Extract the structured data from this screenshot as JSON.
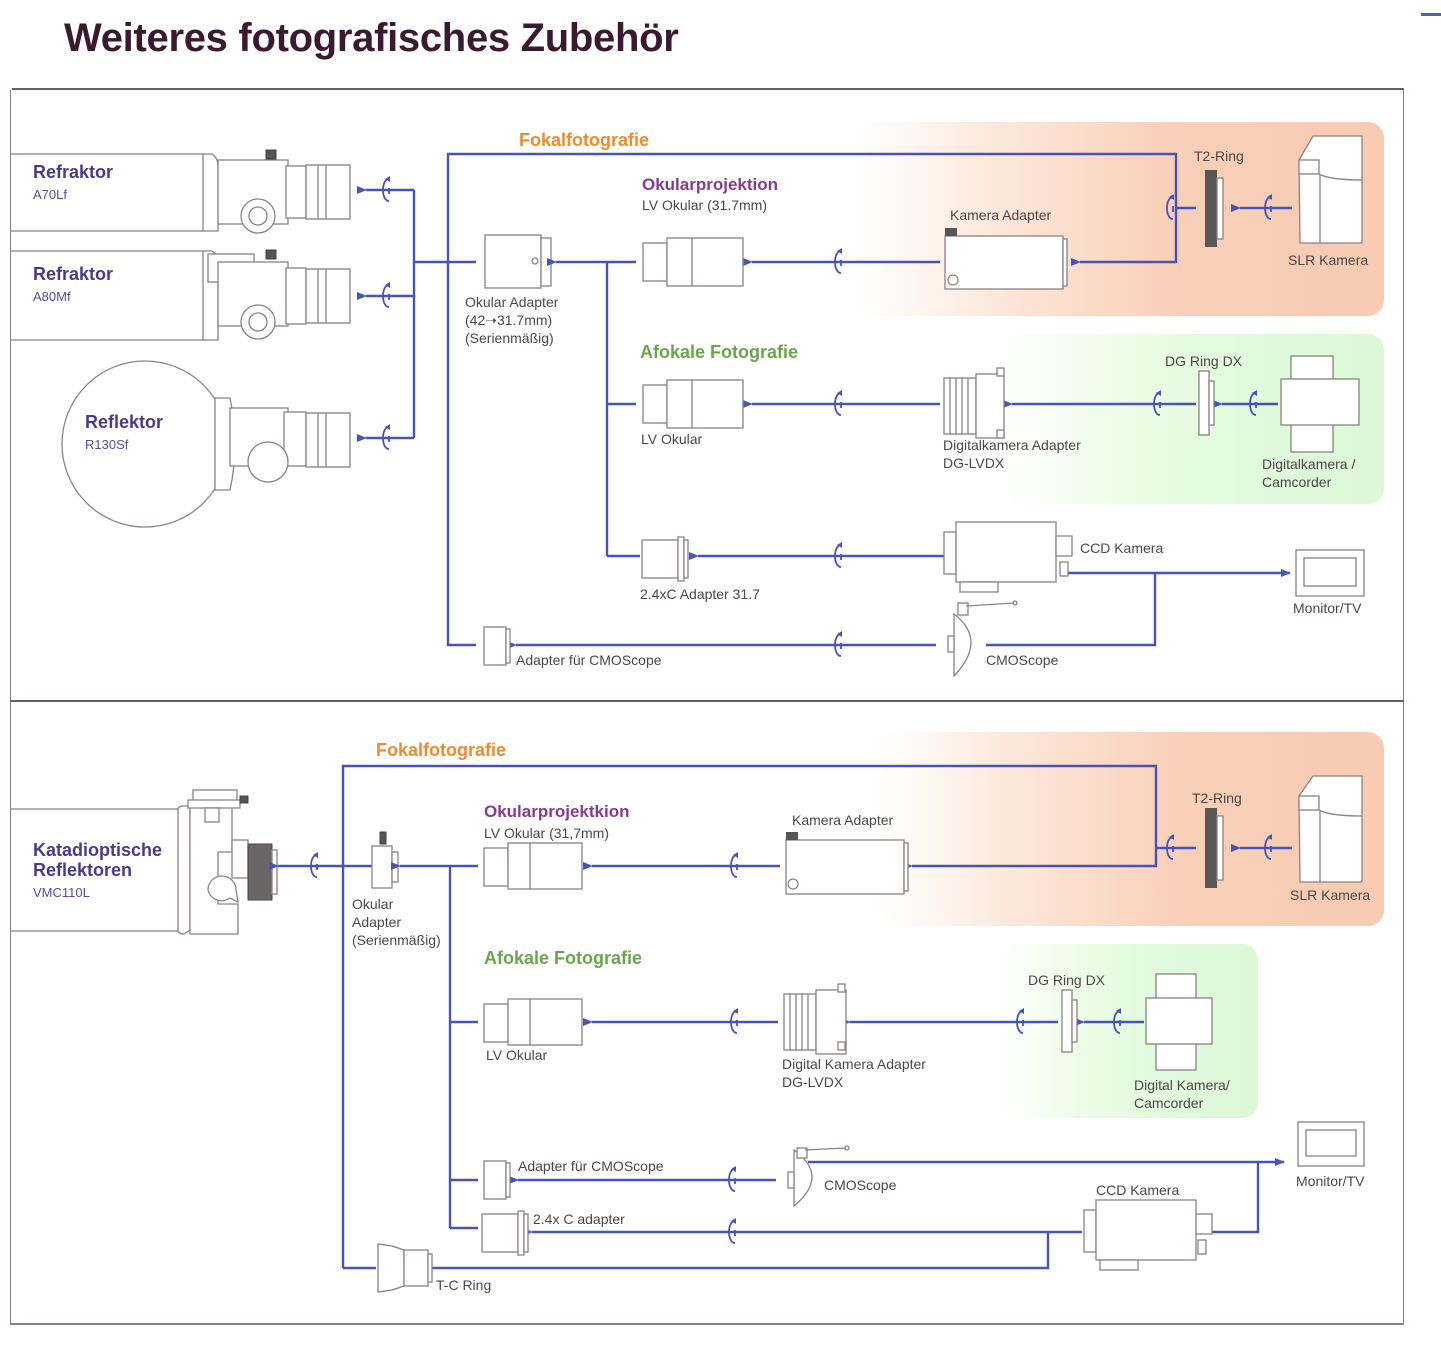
{
  "page": {
    "title": "Weiteres fotografisches Zubehör"
  },
  "colors": {
    "connector_line": "#4654b8",
    "fokal_heading": "#f08a2c",
    "okular_heading": "#8a3a8e",
    "afokal_heading": "#6aa64a",
    "scope_label": "#4a3a8e",
    "peach_background": "#f9cfb8",
    "green_background": "#defadb"
  },
  "top_panel": {
    "scopes": [
      {
        "name": "Refraktor",
        "model": "A70Lf"
      },
      {
        "name": "Refraktor",
        "model": "A80Mf"
      },
      {
        "name": "Reflektor",
        "model": "R130Sf"
      }
    ],
    "okular_adapter": {
      "lines": [
        "Okular Adapter",
        "(42➝31.7mm)",
        "(Serienmäßig)"
      ]
    },
    "fokal": {
      "heading": "Fokalfotografie",
      "t2_ring": "T2-Ring",
      "slr_camera": "SLR Kamera"
    },
    "okularprojektion": {
      "heading": "Okularprojektion",
      "eyepiece": "LV Okular (31.7mm)",
      "camera_adapter": "Kamera Adapter"
    },
    "afokal": {
      "heading": "Afokale Fotografie",
      "eyepiece": "LV Okular",
      "adapter_line1": "Digitalkamera Adapter",
      "adapter_line2": "DG-LVDX",
      "ring": "DG Ring DX",
      "camera_line1": "Digitalkamera /",
      "camera_line2": "Camcorder"
    },
    "ccd": {
      "adapter": "2.4xC Adapter 31.7",
      "camera": "CCD Kamera",
      "monitor": "Monitor/TV"
    },
    "cmoscope": {
      "adapter": "Adapter für CMOScope",
      "camera": "CMOScope"
    }
  },
  "bottom_panel": {
    "scope": {
      "name_line1": "Katadioptische",
      "name_line2": "Reflektoren",
      "model": "VMC110L"
    },
    "okular_adapter": {
      "lines": [
        "Okular",
        "Adapter",
        "(Serienmäßig)"
      ]
    },
    "fokal": {
      "heading": "Fokalfotografie",
      "t2_ring": "T2-Ring",
      "slr_camera": "SLR Kamera"
    },
    "okularprojektion": {
      "heading": "Okularprojektkion",
      "eyepiece": "LV Okular (31,7mm)",
      "camera_adapter": "Kamera Adapter"
    },
    "afokal": {
      "heading": "Afokale Fotografie",
      "eyepiece": "LV Okular",
      "adapter_line1": "Digital Kamera Adapter",
      "adapter_line2": "DG-LVDX",
      "ring": "DG Ring DX",
      "camera_line1": "Digital Kamera/",
      "camera_line2": "Camcorder"
    },
    "cmoscope": {
      "adapter": "Adapter für CMOScope",
      "camera": "CMOScope"
    },
    "ccd": {
      "adapter": "2.4x C adapter",
      "camera": "CCD Kamera",
      "monitor": "Monitor/TV",
      "tc_ring": "T-C Ring"
    }
  }
}
